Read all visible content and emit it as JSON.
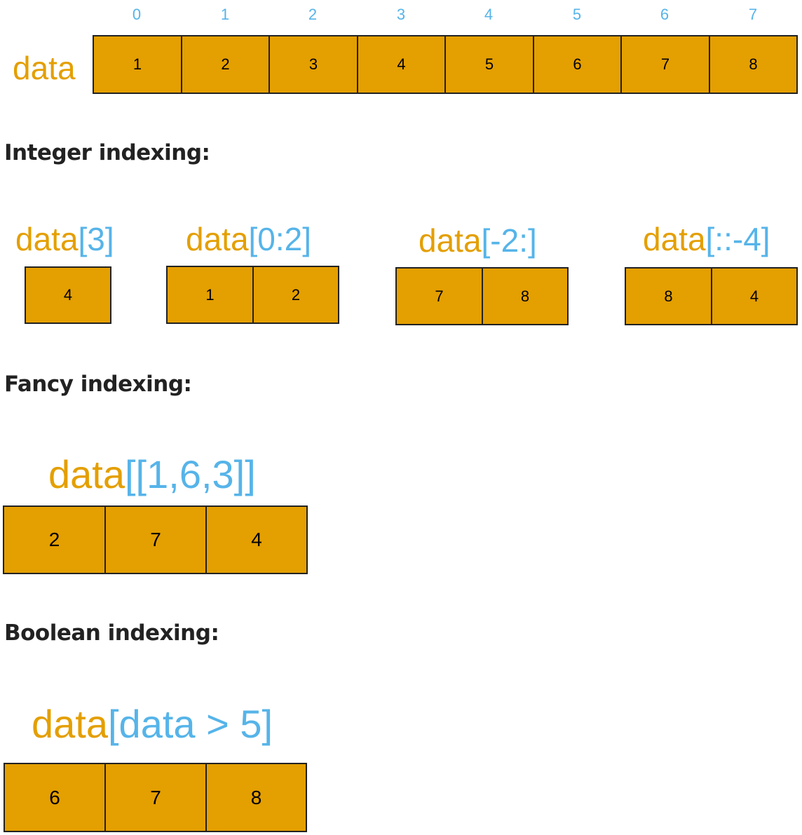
{
  "palette": {
    "cell_fill": "#E49F00",
    "name_color": "#E49F00",
    "index_color": "#56B4E9",
    "border": "#222222"
  },
  "array": {
    "name": "data",
    "indices": [
      "0",
      "1",
      "2",
      "3",
      "4",
      "5",
      "6",
      "7"
    ],
    "values": [
      "1",
      "2",
      "3",
      "4",
      "5",
      "6",
      "7",
      "8"
    ]
  },
  "sections": {
    "integer": {
      "heading": "Integer indexing:",
      "examples": [
        {
          "name": "data",
          "index": "[3]",
          "values": [
            "4"
          ]
        },
        {
          "name": "data",
          "index": "[0:2]",
          "values": [
            "1",
            "2"
          ]
        },
        {
          "name": "data",
          "index": "[-2:]",
          "values": [
            "7",
            "8"
          ]
        },
        {
          "name": "data",
          "index": "[::-4]",
          "values": [
            "8",
            "4"
          ]
        }
      ]
    },
    "fancy": {
      "heading": "Fancy indexing:",
      "name": "data",
      "index": "[[1,6,3]]",
      "values": [
        "2",
        "7",
        "4"
      ]
    },
    "boolean": {
      "heading": "Boolean indexing:",
      "name": "data",
      "index": "[data > 5]",
      "values": [
        "6",
        "7",
        "8"
      ]
    }
  }
}
